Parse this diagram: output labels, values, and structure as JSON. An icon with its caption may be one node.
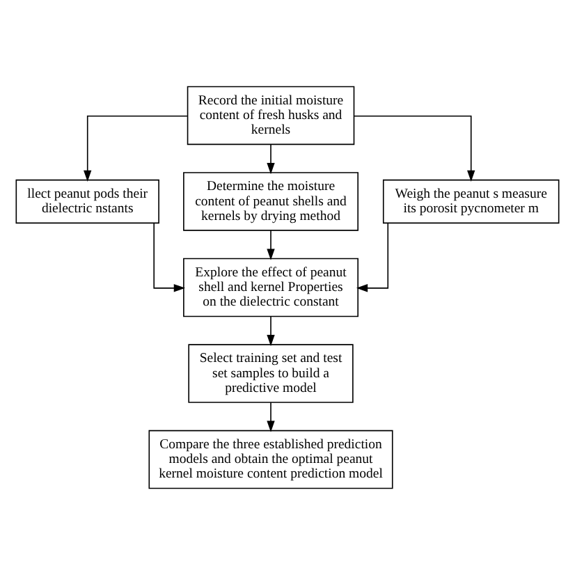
{
  "diagram": {
    "nodes": [
      {
        "text": [
          "Record the initial moisture content of fresh husks and kernels"
        ]
      },
      {
        "text": [
          "llect peanut pods their dielectric nstants"
        ]
      },
      {
        "text": [
          "Determine the moisture content of peanut shells and kernels by drying method"
        ]
      },
      {
        "text": [
          "Weigh the peanut s measure its porosit pycnometer m"
        ]
      },
      {
        "text": [
          "Explore the effect of peanut shell and kernel Properties on the dielectric constant"
        ]
      },
      {
        "text": [
          "Select training set and test set samples to build a predictive model"
        ]
      },
      {
        "text": [
          "Compare the three established prediction models and obtain the optimal peanut kernel moisture content prediction model"
        ]
      }
    ],
    "edges": [
      {
        "from": 0,
        "to": 1,
        "arrow": "to"
      },
      {
        "from": 0,
        "to": 2,
        "arrow": "to"
      },
      {
        "from": 0,
        "to": 3,
        "arrow": "to"
      },
      {
        "from": 1,
        "to": 4,
        "arrow": "to"
      },
      {
        "from": 2,
        "to": 4,
        "arrow": "to"
      },
      {
        "from": 3,
        "to": 4,
        "arrow": "to"
      },
      {
        "from": 4,
        "to": 5,
        "arrow": "to"
      },
      {
        "from": 5,
        "to": 6,
        "arrow": "to"
      }
    ]
  }
}
